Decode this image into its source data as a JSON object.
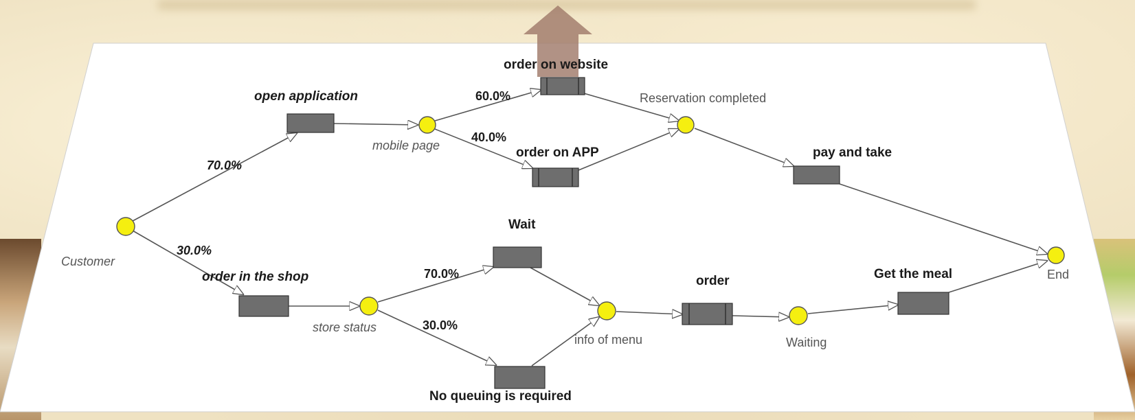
{
  "diagram": {
    "places": {
      "customer": "Customer",
      "mobile_page": "mobile page",
      "reservation_completed": "Reservation completed",
      "store_status": "store status",
      "info_of_menu": "info of menu",
      "waiting": "Waiting",
      "end": "End"
    },
    "activities": {
      "open_application": "open application",
      "order_on_website": "order on website",
      "order_on_app": "order on APP",
      "pay_and_take": "pay and take",
      "order_in_the_shop": "order in the shop",
      "wait": "Wait",
      "no_queuing": "No queuing is required",
      "order": "order",
      "get_the_meal": "Get the meal"
    },
    "probabilities": {
      "customer_to_app": "70.0%",
      "customer_to_shop": "30.0%",
      "mobile_to_website": "60.0%",
      "mobile_to_app": "40.0%",
      "store_to_wait": "70.0%",
      "store_to_no_queue": "30.0%"
    },
    "colors": {
      "place_fill": "#f5ef10",
      "activity_fill": "#6e6e6e",
      "edge": "#555555",
      "paper": "#ffffff"
    }
  }
}
